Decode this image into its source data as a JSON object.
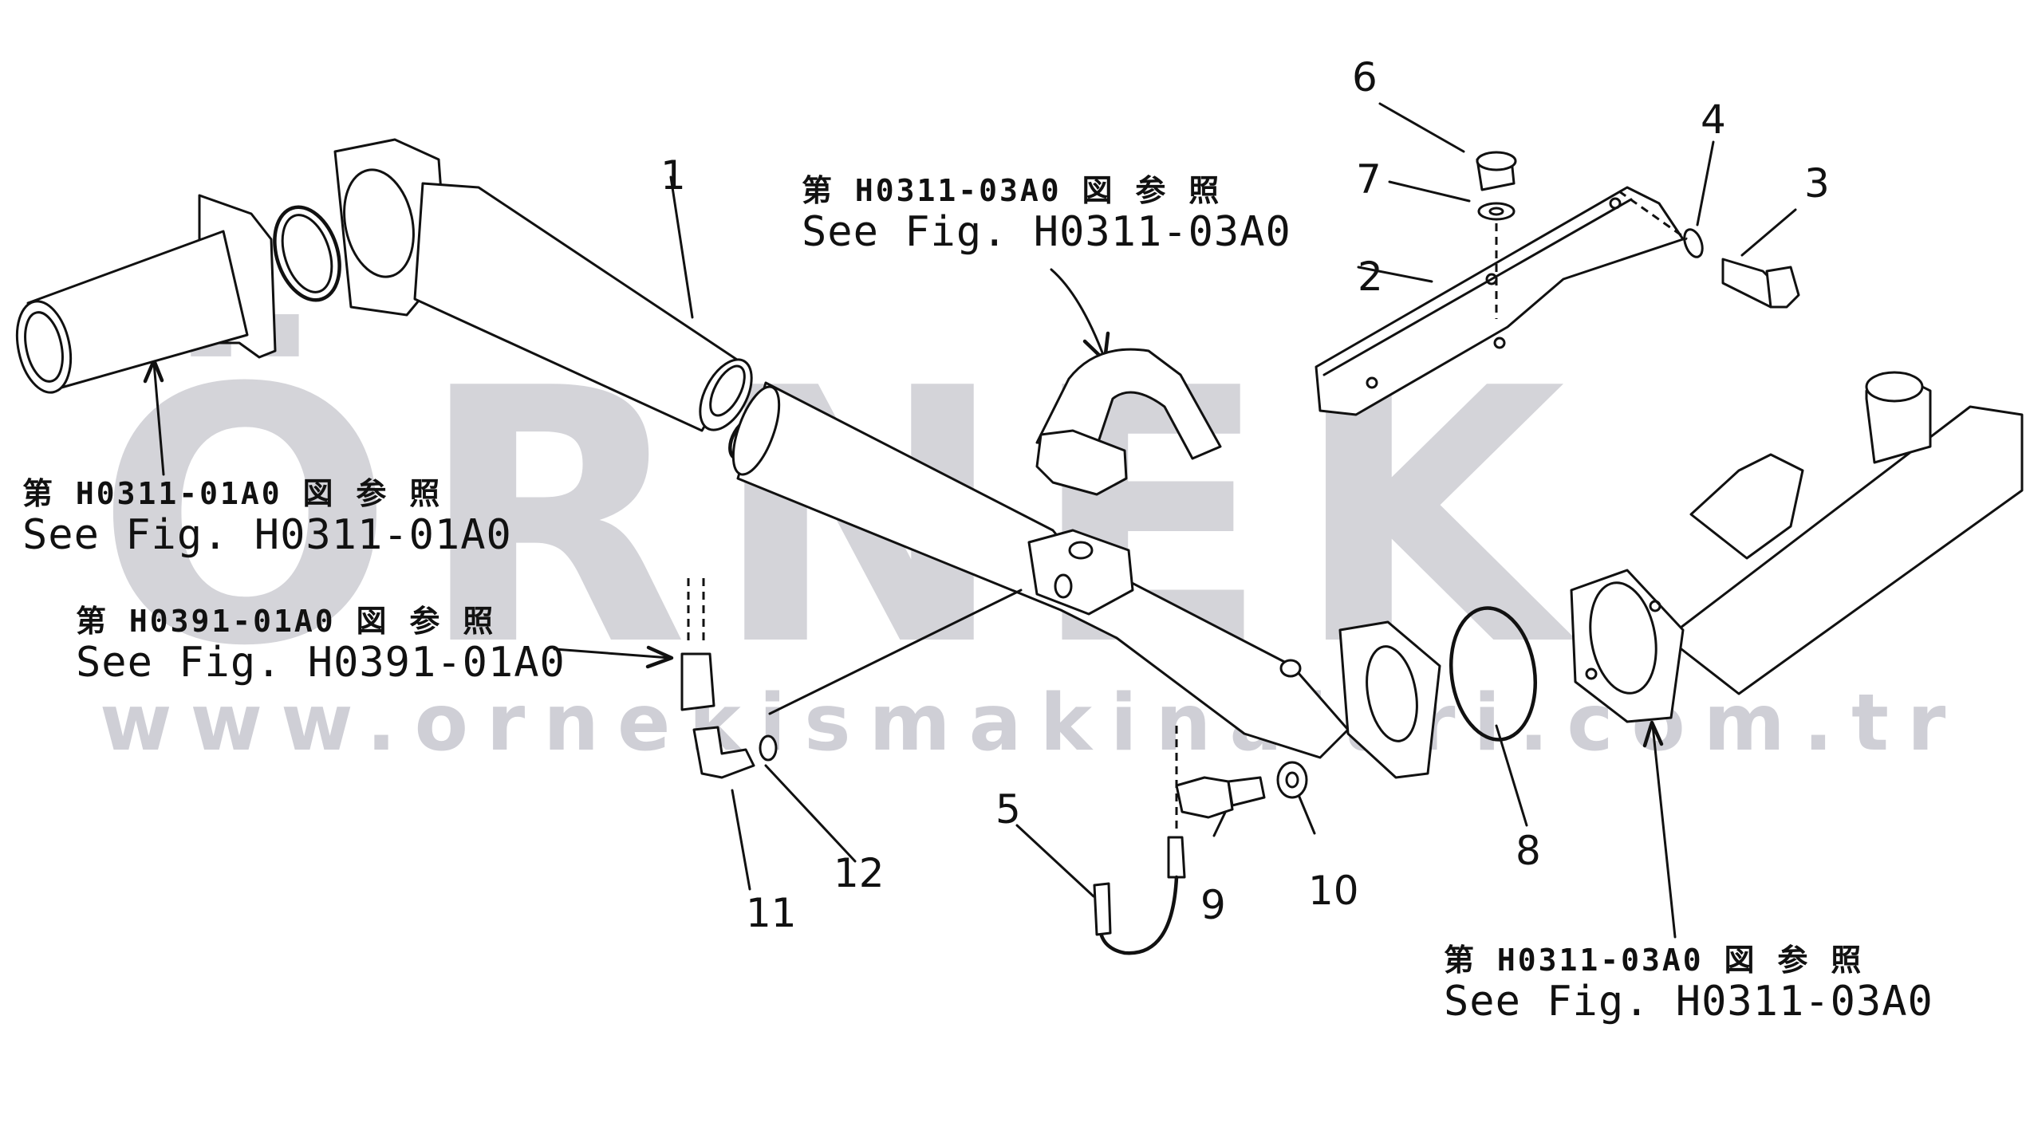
{
  "watermark": {
    "brand": "ÖRNEK",
    "url": "www.ornekismakinalari.com.tr"
  },
  "refs": {
    "top_center": {
      "jp": "第 H0311-03A0 図 参 照",
      "en": "See Fig. H0311-03A0"
    },
    "left": {
      "jp": "第 H0311-01A0 図 参 照",
      "en": "See Fig. H0311-01A0"
    },
    "mid_left": {
      "jp": "第 H0391-01A0 図 参 照",
      "en": "See Fig. H0391-01A0"
    },
    "bottom_right": {
      "jp": "第 H0311-03A0 図 参 照",
      "en": "See Fig. H0311-03A0"
    }
  },
  "part_numbers": [
    "1",
    "2",
    "3",
    "4",
    "5",
    "6",
    "7",
    "8",
    "9",
    "10",
    "11",
    "12"
  ]
}
